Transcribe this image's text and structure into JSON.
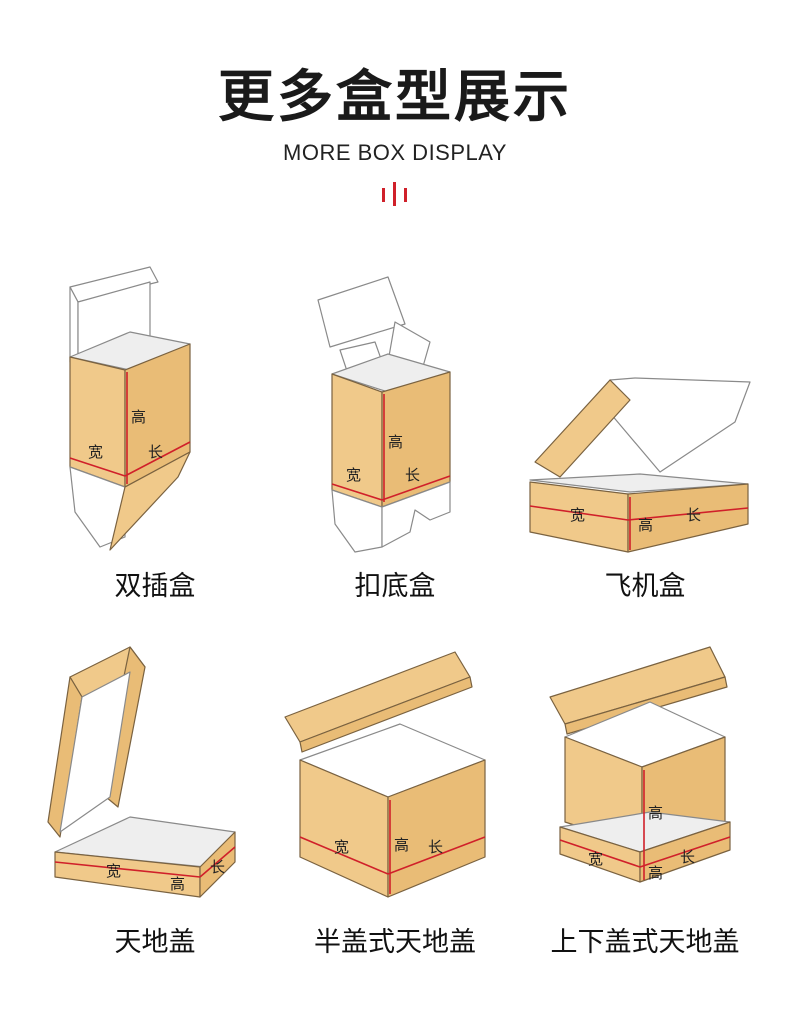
{
  "header": {
    "title": "更多盒型展示",
    "subtitle": "MORE BOX DISPLAY",
    "accent_color": "#d0202a"
  },
  "dimension_labels": {
    "width": "宽",
    "height": "高",
    "length": "长"
  },
  "boxes": [
    {
      "caption": "双插盒"
    },
    {
      "caption": "扣底盒"
    },
    {
      "caption": "飞机盒"
    },
    {
      "caption": "天地盖"
    },
    {
      "caption": "半盖式天地盖"
    },
    {
      "caption": "上下盖式天地盖"
    }
  ]
}
